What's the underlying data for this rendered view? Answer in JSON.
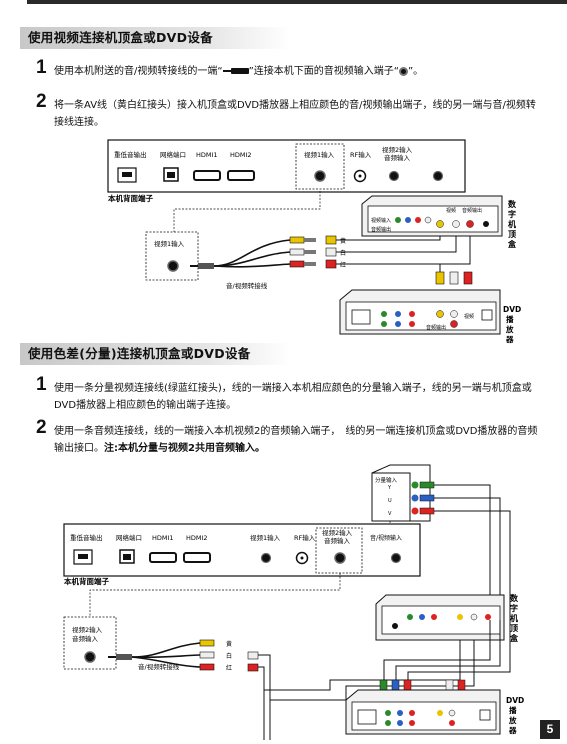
{
  "section1": {
    "heading": "使用视频连接机顶盒或DVD设备",
    "step1": {
      "num": "1",
      "before": "使用本机附送的音/视频转接线的一端“",
      "middle": "”连接本机下面的音视频输入端子“",
      "after": "”。"
    },
    "step2": {
      "num": "2",
      "text": "将一条AV线（黄白红接头）接入机顶盒或DVD播放器上相应颜色的音/视频输出端子，线的另一端与音/视频转接线连接。"
    },
    "panel_labels": [
      "重低音输出",
      "网络端口",
      "HDMI1",
      "HDMI2",
      "视频1输入",
      "RF输入",
      "视频2输入",
      "音频输入"
    ],
    "rear_label": "本机背面端子",
    "zoom_label": "视频1输入",
    "cable_label": "音/视频转接线",
    "colors": [
      "黄",
      "白",
      "红"
    ],
    "stb_label": [
      "数",
      "字",
      "机",
      "顶",
      "盒"
    ],
    "dvd_label": [
      "DVD",
      "播",
      "放",
      "器"
    ],
    "stb_small": [
      "视频输入",
      "音频输出",
      "视频",
      "音频输出"
    ],
    "dvd_small": [
      "视频",
      "音频输出"
    ]
  },
  "section2": {
    "heading": "使用色差(分量)连接机顶盒或DVD设备",
    "step1": {
      "num": "1",
      "text": "使用一条分量视频连接线(绿蓝红接头)，线的一端接入本机相应颜色的分量输入端子，线的另一端与机顶盒或DVD播放器上相应颜色的输出端子连接。"
    },
    "step2": {
      "num": "2",
      "text": "使用一条音频连接线，线的一端接入本机视频2的音频输入端子，　线的另一端连接机顶盒或DVD播放器的音频输出接口。",
      "note": "注:本机分量与视频2共用音频输入。"
    },
    "panel_labels": [
      "重低音输出",
      "网络端口",
      "HDMI1",
      "HDMI2",
      "视频1输入",
      "RF输入",
      "视频2输入",
      "音频输入",
      "音/视频输入"
    ],
    "component_label": "分量输入",
    "component_ports": [
      "Y",
      "U",
      "V"
    ],
    "rear_label": "本机背面端子",
    "zoom_label_1": "视频2输入",
    "zoom_label_2": "音频输入",
    "cable_label": "音/视频转接线",
    "colors": [
      "黄",
      "白",
      "红"
    ],
    "stb_label": [
      "数",
      "字",
      "机",
      "顶",
      "盒"
    ],
    "dvd_label": [
      "DVD",
      "播",
      "放",
      "器"
    ]
  },
  "page_number": "5"
}
